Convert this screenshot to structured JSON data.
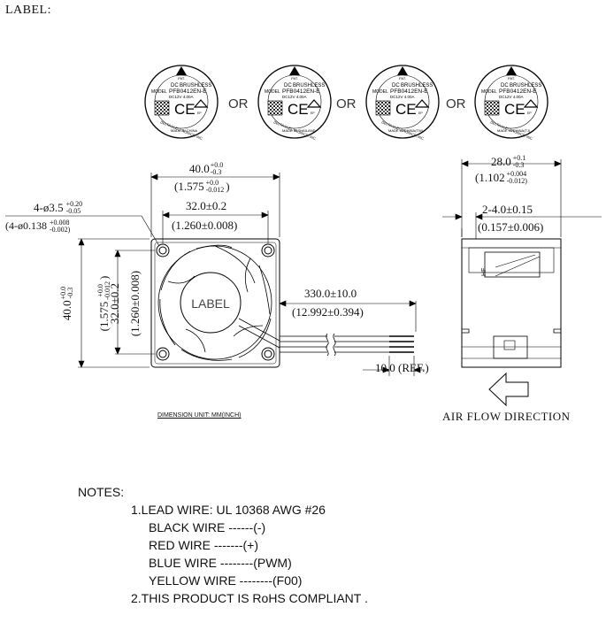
{
  "header": {
    "label_title": "LABEL:"
  },
  "labels": [
    {
      "pat": "PAT.",
      "dc": "DC",
      "brushless": "BRUSHLESS",
      "model_caption": "MODEL",
      "model": "PFB0412EN-E",
      "rating": "DC12V   4.00A",
      "ce": "CE",
      "ep": "EP",
      "ring": "DELTA ELECTRONICS, INC.",
      "country": "MADE IN CHINA"
    },
    {
      "pat": "PAT.",
      "dc": "DC",
      "brushless": "BRUSHLESS",
      "model_caption": "MODEL",
      "model": "PFB0412EN-E",
      "rating": "DC12V   4.00A",
      "ce": "CE",
      "ep": "EP",
      "ring": "DELTA ELECTRONICS, INC.",
      "country": "MADE IN THAILAND"
    },
    {
      "pat": "PAT.",
      "dc": "DC",
      "brushless": "BRUSHLESS",
      "model_caption": "MODEL",
      "model": "PFB0412EN-E",
      "rating": "DC12V   4.00A",
      "ce": "CE",
      "ep": "EP",
      "ring": "DELTA ELECTRONICS, INC.",
      "country": "MADE IN CHINA(TW)"
    },
    {
      "pat": "PAT.",
      "dc": "DC",
      "brushless": "BRUSHLESS",
      "model_caption": "MODEL",
      "model": "PFB0412EN-E",
      "rating": "DC12V   4.00A",
      "ce": "CE",
      "ep": "EP",
      "ring": "DELTA ELECTRONICS, INC.",
      "country": "MADE IN CHINA(TJ)"
    }
  ],
  "or_text": [
    "OR",
    "OR",
    "OR"
  ],
  "front_view": {
    "width_main": "40.0",
    "width_tol_up": "+0.0",
    "width_tol_dn": "-0.3",
    "width_inch_open": "(1.575",
    "width_inch_tol_up": "+0.0",
    "width_inch_tol_dn": "-0.012",
    "width_inch_close": ")",
    "hole_pitch": "32.0±0.2",
    "hole_pitch_inch": "(1.260±0.008)",
    "hole_main": "4-ø3.5",
    "hole_tol_up": "+0.20",
    "hole_tol_dn": "-0.05",
    "hole_inch_main": "(4-ø0.138",
    "hole_inch_tol_up": "+0.008",
    "hole_inch_tol_dn": "-0.002)",
    "height_main": "40.0",
    "height_tol_up": "+0.0",
    "height_tol_dn": "-0.3",
    "height_inch_open": "(1.575",
    "height_inch_tol_up": "+0.0",
    "height_inch_tol_dn": "-0.012",
    "height_inch_close": ")",
    "height_pitch": "32.0±0.2",
    "height_pitch_inch": "(1.260±0.008)",
    "hub_label": "LABEL"
  },
  "wire": {
    "length": "330.0±10.0",
    "length_inch": "(12.992±0.394)",
    "strip": "10.0  (REF.)"
  },
  "side_view": {
    "depth_main": "28.0",
    "depth_tol_up": "+0.1",
    "depth_tol_dn": "-0.3",
    "depth_inch_main": "(1.102",
    "depth_inch_tol_up": "+0.004",
    "depth_inch_tol_dn": "-0.012)",
    "slot": "2-4.0±0.15",
    "slot_inch": "(0.157±0.006)",
    "side_mark": "HF"
  },
  "dimension_unit": "DIMENSION UNIT: MM(INCH)",
  "air_flow": "AIR  FLOW  DIRECTION",
  "notes": {
    "title": "NOTES:",
    "line1": "1.LEAD WIRE:  UL 10368 AWG #26",
    "black": "BLACK WIRE ------(-)",
    "red": "RED WIRE -------(+)",
    "blue": "BLUE WIRE --------(PWM)",
    "yellow": "YELLOW WIRE --------(F00)",
    "line2": "2.THIS PRODUCT IS RoHS COMPLIANT ."
  }
}
